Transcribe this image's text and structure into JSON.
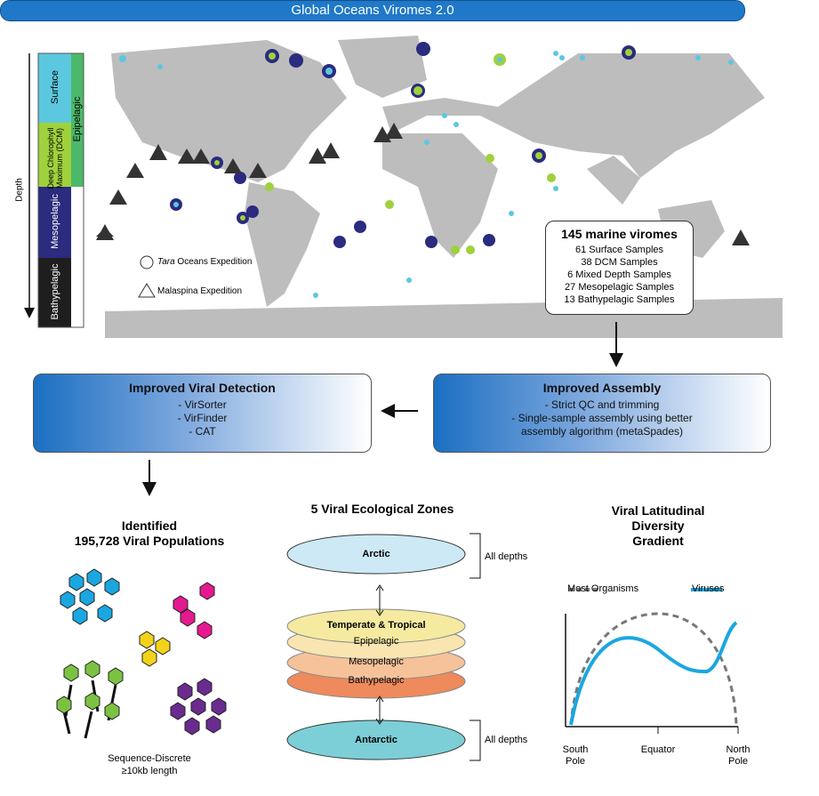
{
  "title": "Global Oceans Viromes 2.0",
  "depth": {
    "axis_label": "Depth",
    "layers": [
      "Surface",
      "Deep Chlorophyll Maximum (DCM)",
      "Mesopelagic",
      "Bathypelagic"
    ],
    "epipelagic": "Epipelagic"
  },
  "legend": {
    "tara": "Tara",
    "tara_rest": " Oceans Expedition",
    "malaspina": "Malaspina Expedition"
  },
  "stats": {
    "title": "145 marine viromes",
    "lines": [
      "61 Surface Samples",
      "38 DCM Samples",
      "6 Mixed Depth Samples",
      "27 Mesopelagic Samples",
      "13 Bathypelagic Samples"
    ]
  },
  "detection": {
    "title": "Improved Viral Detection",
    "lines": [
      "- VirSorter",
      "- VirFinder",
      "- CAT"
    ]
  },
  "assembly": {
    "title": "Improved Assembly",
    "lines": [
      "- Strict QC and trimming",
      "- Single-sample assembly using better",
      "assembly algorithm (metaSpades)"
    ]
  },
  "populations": {
    "title1": "Identified",
    "title2": "195,728 Viral Populations",
    "foot1": "Sequence-Discrete",
    "foot2": "≥10kb length"
  },
  "zones": {
    "title": "5 Viral Ecological Zones",
    "arctic": "Arctic",
    "temperate": "Temperate & Tropical",
    "epi": "Epipelagic",
    "meso": "Mesopelagic",
    "bathy": "Bathypelagic",
    "antarctic": "Antarctic",
    "all_depths": "All depths"
  },
  "gradient": {
    "title": [
      "Viral Latitudinal",
      "Diversity",
      "Gradient"
    ],
    "legend_most": "Most Organisms",
    "legend_viruses": "Viruses",
    "x_labels": [
      "South Pole",
      "Equator",
      "North Pole"
    ]
  },
  "colors": {
    "surface": "#5bc8e0",
    "dcm": "#9fd13c",
    "meso": "#2b2b7f",
    "bathy": "#1e1e1e",
    "epi": "#4cb96a",
    "virus": "#1aa7e0"
  }
}
